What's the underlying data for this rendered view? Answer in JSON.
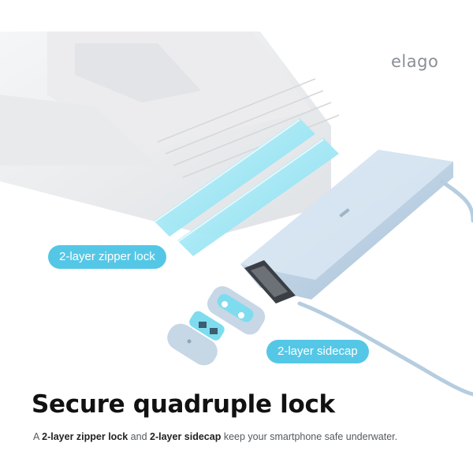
{
  "brand": "elago",
  "callouts": {
    "zipper": "2-layer zipper lock",
    "sidecap": "2-layer sidecap"
  },
  "headline": "Secure quadruple lock",
  "subline": {
    "prefix": "A ",
    "zipper_bold": "2-layer zipper lock",
    "middle": " and ",
    "sidecap_bold": "2-layer sidecap",
    "suffix": " keep your smartphone safe underwater."
  },
  "colors": {
    "accent": "#55c7e6",
    "case_body": "#bcd3e6",
    "pouch": "#eef0f2"
  }
}
